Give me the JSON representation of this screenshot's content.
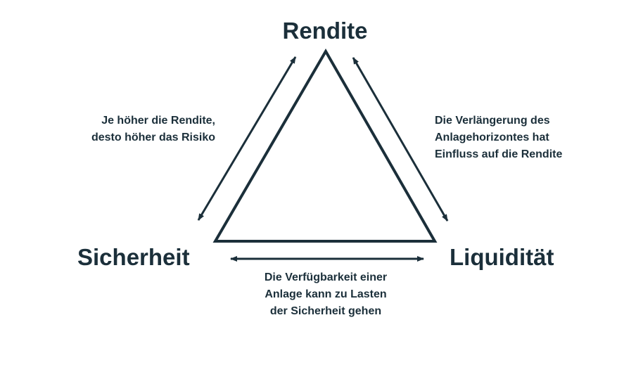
{
  "diagram": {
    "nodes": {
      "top": "Rendite",
      "left": "Sicherheit",
      "right": "Liquidität"
    },
    "notes": {
      "left": [
        "Je höher die Rendite,",
        "desto höher das Risiko"
      ],
      "right": [
        "Die Verlängerung des",
        "Anlagehorizontes hat",
        "Einfluss auf die Rendite"
      ],
      "bottom": [
        "Die Verfügbarkeit einer",
        "Anlage kann zu Lasten",
        "der Sicherheit gehen"
      ]
    },
    "colors": {
      "ink": "#1b2f3a",
      "background": "#ffffff"
    }
  }
}
